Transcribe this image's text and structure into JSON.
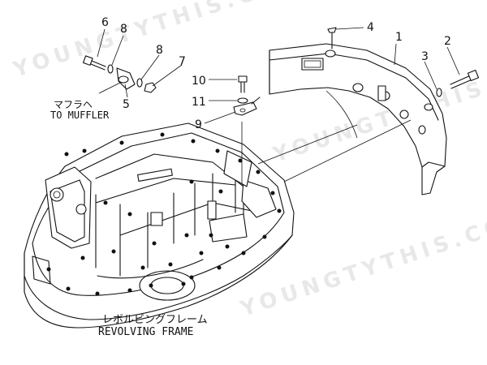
{
  "callouts": [
    {
      "id": "1",
      "label": "1"
    },
    {
      "id": "2",
      "label": "2"
    },
    {
      "id": "3",
      "label": "3"
    },
    {
      "id": "4",
      "label": "4"
    },
    {
      "id": "5",
      "label": "5"
    },
    {
      "id": "6",
      "label": "6"
    },
    {
      "id": "7",
      "label": "7"
    },
    {
      "id": "8a",
      "label": "8"
    },
    {
      "id": "8b",
      "label": "8"
    },
    {
      "id": "9",
      "label": "9"
    },
    {
      "id": "10",
      "label": "10"
    },
    {
      "id": "11",
      "label": "11"
    }
  ],
  "notes": {
    "muffler_jp": "マフラヘ",
    "muffler_en": "TO MUFFLER",
    "frame_jp": "レボルビングフレーム",
    "frame_en": "REVOLVING FRAME"
  },
  "watermark": "YOUNGTYTHIS.COM"
}
